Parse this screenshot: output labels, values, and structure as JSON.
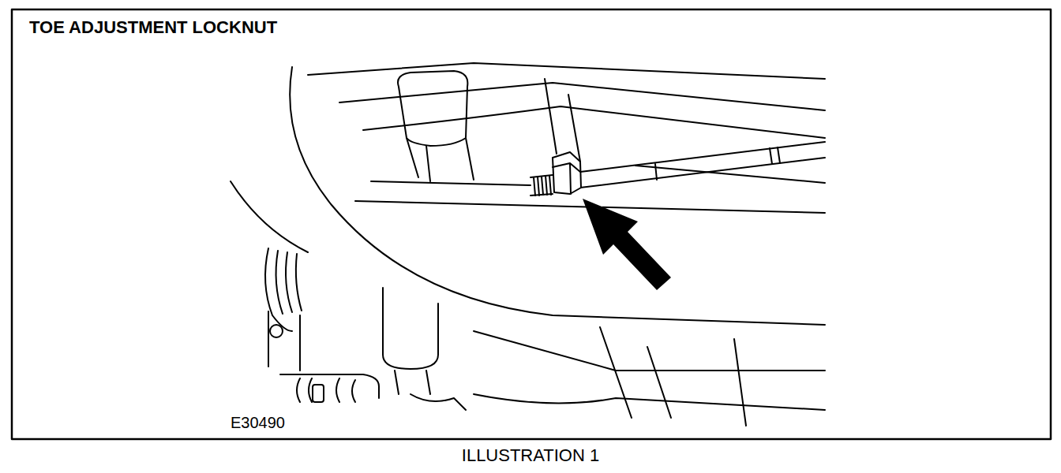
{
  "diagram": {
    "title": "TOE ADJUSTMENT LOCKNUT",
    "caption": "ILLUSTRATION 1",
    "labels": [
      "E30490"
    ]
  }
}
